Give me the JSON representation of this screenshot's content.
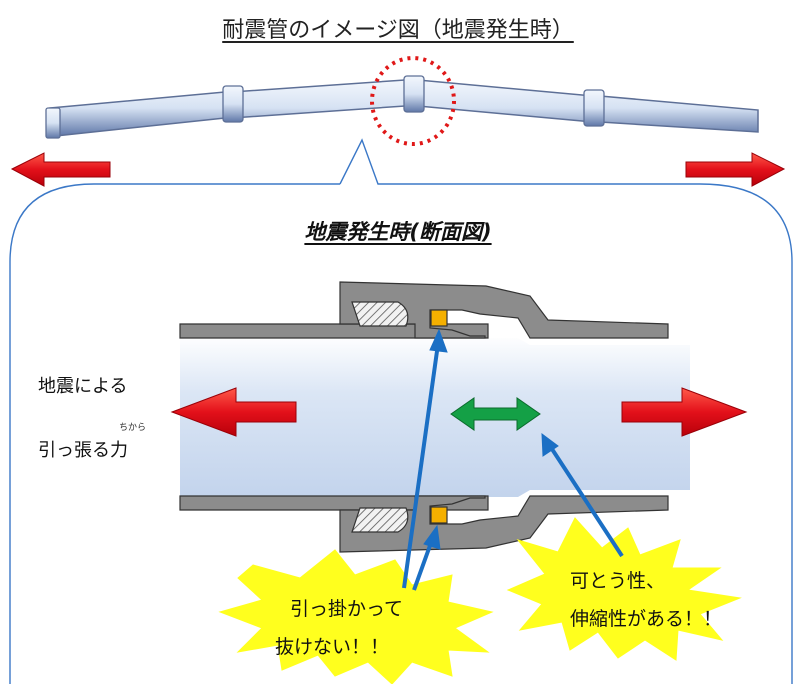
{
  "header": {
    "title": "耐震管のイメージ図（地震発生時）"
  },
  "section": {
    "title": "地震発生時(断面図)"
  },
  "force_label": {
    "line1": "地震による",
    "line2": "引っ張る力",
    "ruby": "ちから"
  },
  "callout_left": {
    "line1": "引っ掛かって",
    "line2": "抜けない！！"
  },
  "callout_right": {
    "line1": "可とう性、",
    "line2": "伸縮性がある！！"
  },
  "colors": {
    "arrow_red": "#e3101a",
    "arrow_green": "#14a046",
    "pointer_blue": "#1b6fc4",
    "pipe_fill": "#dbe6f5",
    "casing_gray": "#8c8c8c",
    "ring_orange": "#f5b000",
    "burst_yellow": "#ffff1e",
    "bubble_stroke": "#3b78c7",
    "highlight_dots": "#e01818"
  }
}
